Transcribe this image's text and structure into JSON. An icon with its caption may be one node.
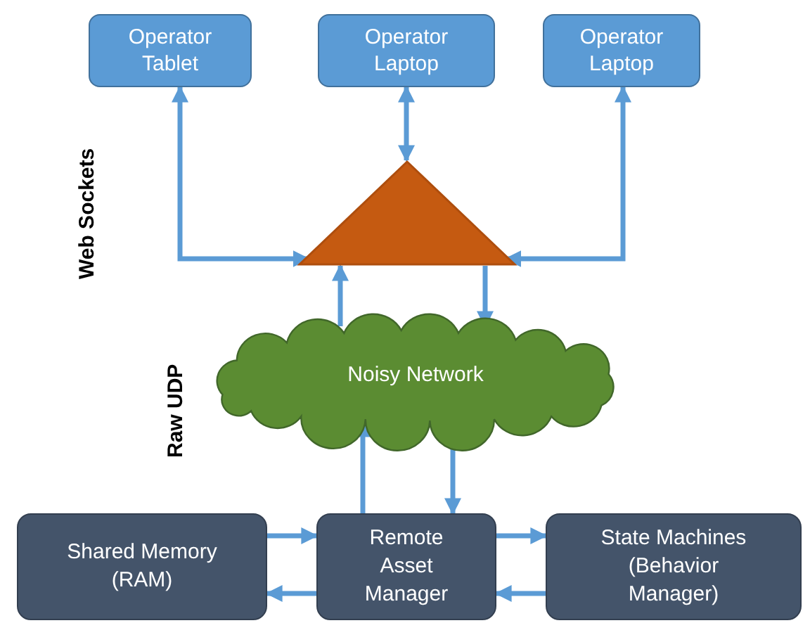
{
  "diagram": {
    "nodes": [
      {
        "text": [
          "Operator Tablet"
        ]
      },
      {
        "text": [
          "Operator Laptop"
        ]
      },
      {
        "text": [
          "Operator Laptop"
        ]
      },
      {
        "text": [],
        "shape": "triangle"
      },
      {
        "text": [
          "Noisy Network"
        ]
      },
      {
        "text": [
          "Shared Memory (RAM)"
        ]
      },
      {
        "text": [
          "Remote Asset Manager"
        ]
      },
      {
        "text": [
          "State Machines (Behavior Manager)"
        ]
      }
    ],
    "edges": [
      {
        "from": 0,
        "to": 3,
        "arrow": "both"
      },
      {
        "from": 1,
        "to": 3,
        "arrow": "both"
      },
      {
        "from": 2,
        "to": 3,
        "arrow": "both"
      },
      {
        "from": 4,
        "to": 3,
        "arrow": "to"
      },
      {
        "from": 3,
        "to": 4,
        "arrow": "to"
      },
      {
        "from": 6,
        "to": 4,
        "arrow": "to"
      },
      {
        "from": 4,
        "to": 6,
        "arrow": "to"
      },
      {
        "from": 5,
        "to": 6,
        "arrow": "to"
      },
      {
        "from": 6,
        "to": 5,
        "arrow": "to"
      },
      {
        "from": 6,
        "to": 7,
        "arrow": "to"
      },
      {
        "from": 7,
        "to": 6,
        "arrow": "to"
      }
    ],
    "labels": [
      "Web Sockets",
      "Raw UDP"
    ]
  }
}
